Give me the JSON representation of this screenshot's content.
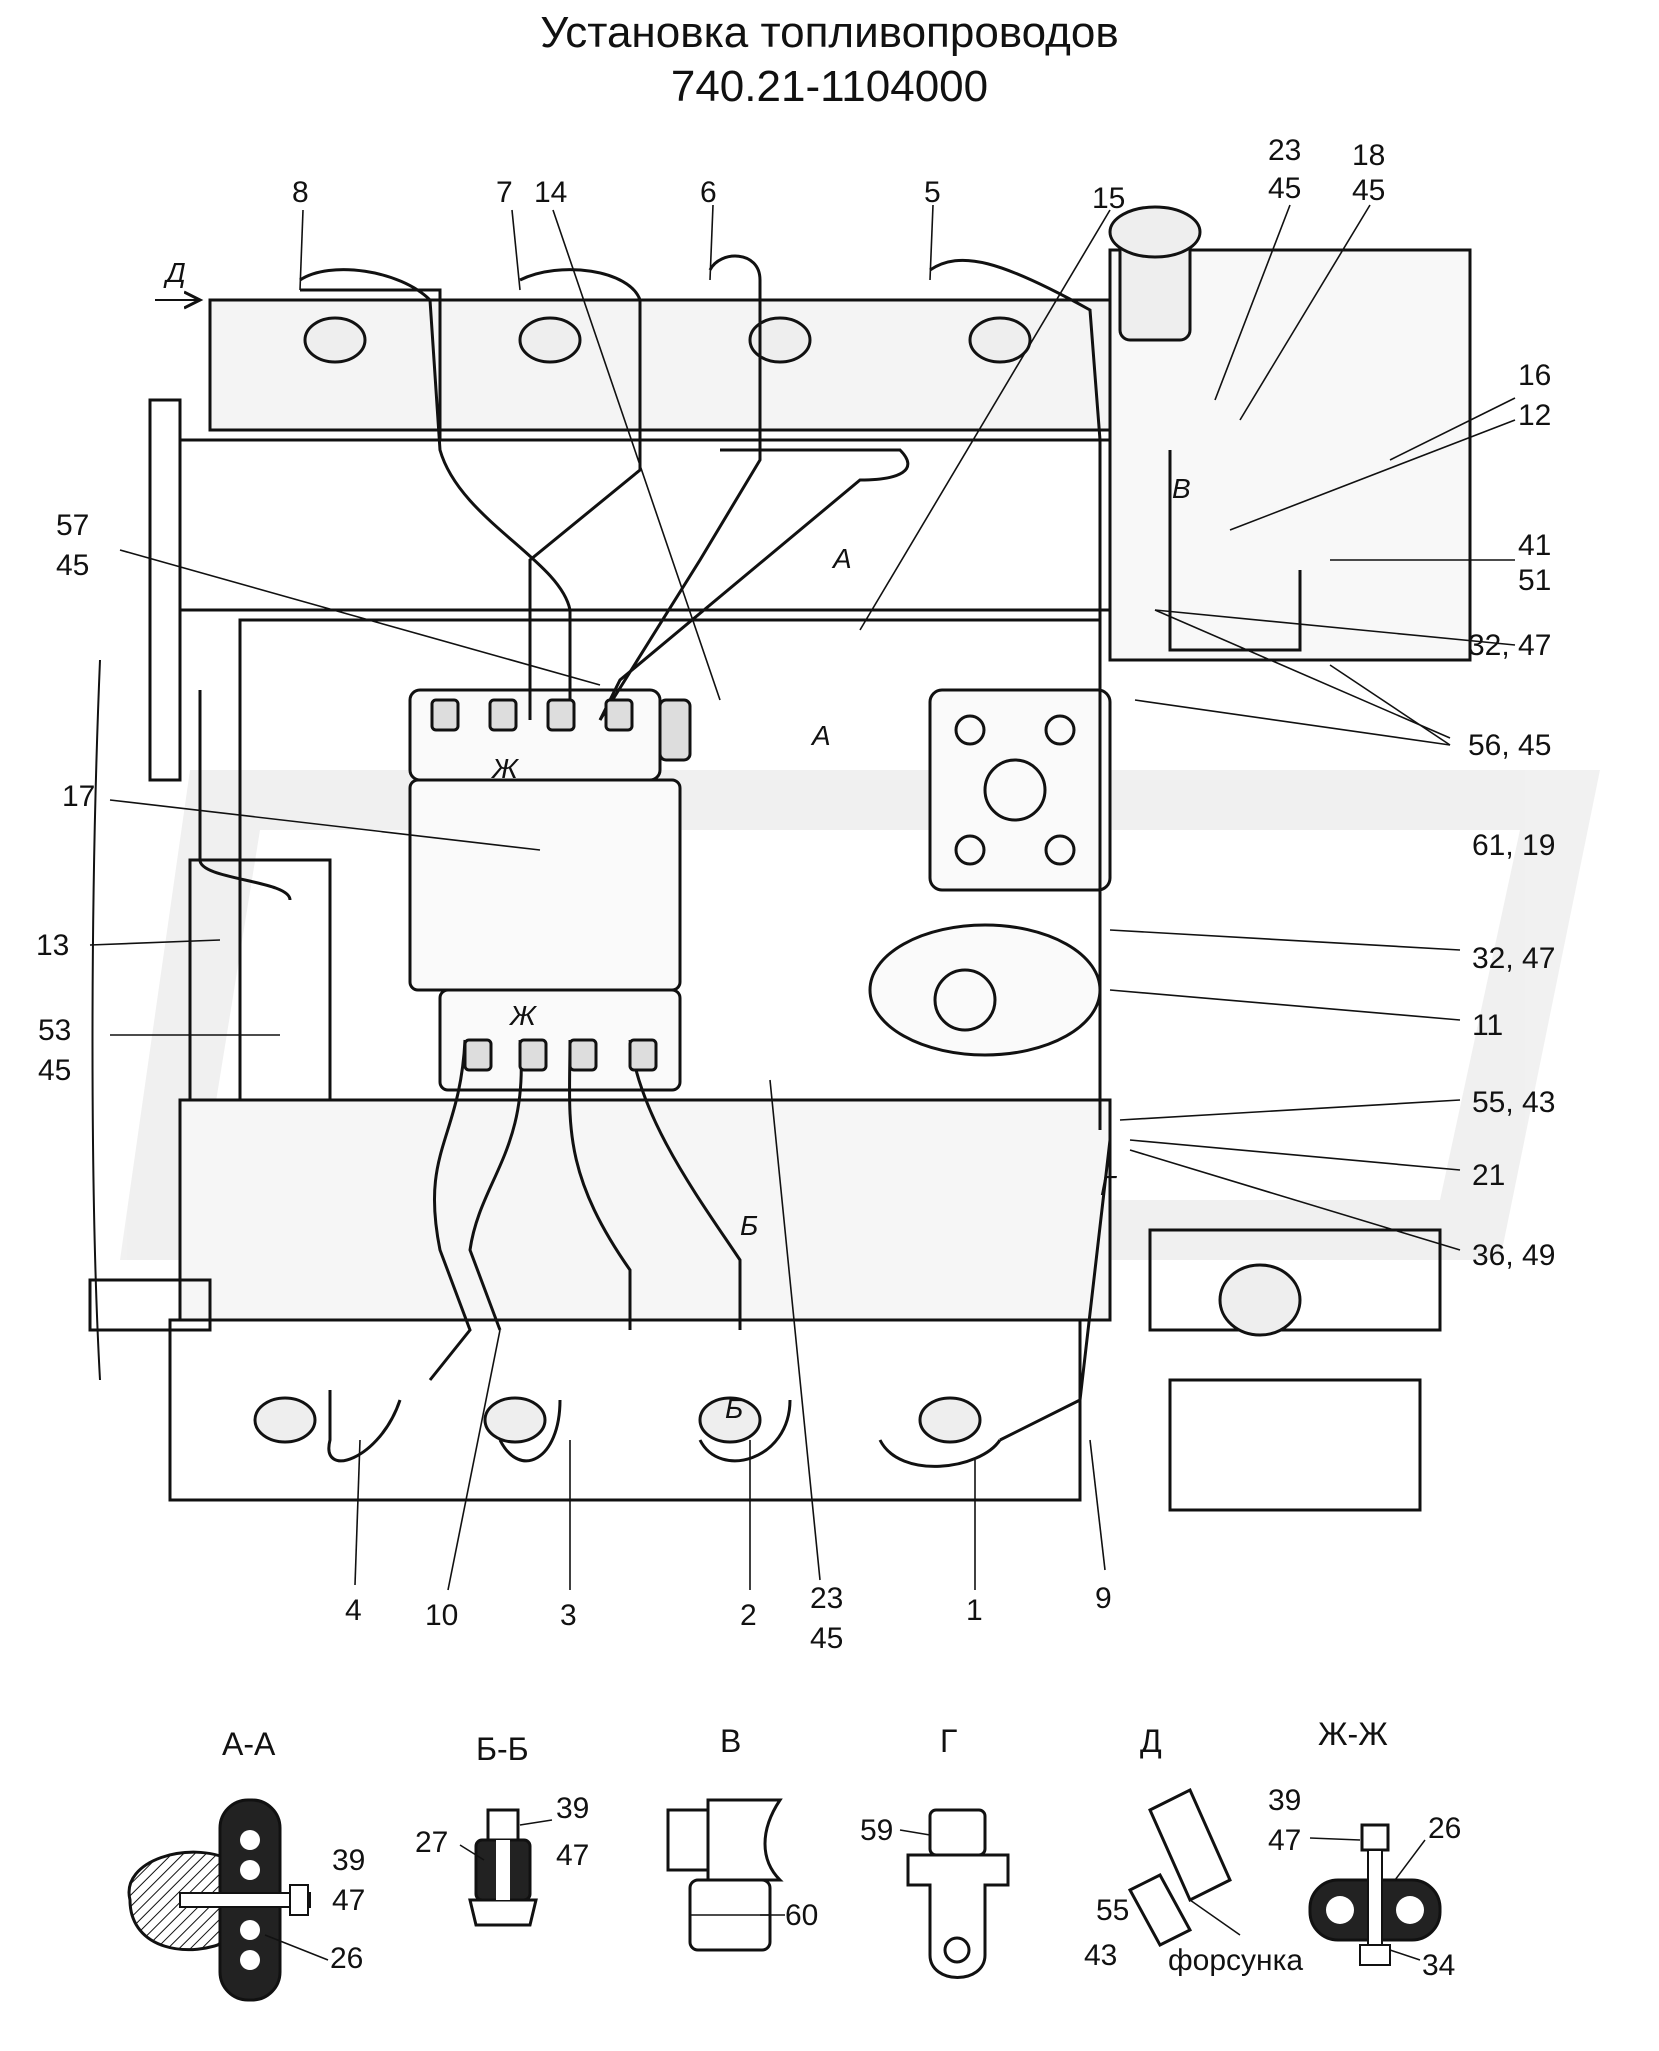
{
  "title": {
    "line1": "Установка топливопроводов",
    "line2": "740.21-1104000"
  },
  "callouts": {
    "c8": "8",
    "c7": "7",
    "c14": "14",
    "c6": "6",
    "c5": "5",
    "c15": "15",
    "c23a": "23",
    "c45a": "45",
    "c18": "18",
    "c45b": "45",
    "c16": "16",
    "c12": "12",
    "c41": "41",
    "c51": "51",
    "c32a": "32, 47",
    "c56": "56, 45",
    "c61": "61, 19",
    "c32b": "32, 47",
    "c11": "11",
    "c55": "55, 43",
    "c21": "21",
    "c36": "36, 49",
    "c57": "57",
    "c45c": "45",
    "c17": "17",
    "c13": "13",
    "c53": "53",
    "c45d": "45",
    "c4": "4",
    "c10": "10",
    "c3": "3",
    "c2": "2",
    "c23b": "23",
    "c45e": "45",
    "c1": "1",
    "c9": "9"
  },
  "view_marks": {
    "d_top": "Д",
    "v": "В",
    "a1": "А",
    "a2": "А",
    "zh1": "Ж",
    "zh2": "Ж",
    "b1": "Б",
    "b2": "Б",
    "g": "Г"
  },
  "sections": {
    "aa": {
      "title": "А-А",
      "l39": "39",
      "l47": "47",
      "l26": "26"
    },
    "bb": {
      "title": "Б-Б",
      "l27": "27",
      "l39": "39",
      "l47": "47"
    },
    "v": {
      "title": "В",
      "l60": "60"
    },
    "g": {
      "title": "Г",
      "l59": "59"
    },
    "d": {
      "title": "Д",
      "l55": "55",
      "l43": "43",
      "forsunka": "форсунка"
    },
    "zz": {
      "title": "Ж-Ж",
      "l39": "39",
      "l47": "47",
      "l26": "26",
      "l34": "34"
    }
  }
}
